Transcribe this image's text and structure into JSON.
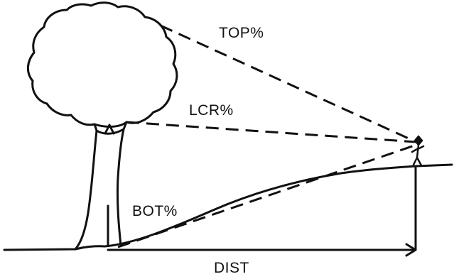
{
  "labels": {
    "top": "TOP%",
    "lcr": "LCR%",
    "bot": "BOT%",
    "dist": "DIST"
  },
  "colors": {
    "ink": "#111111",
    "background": "#ffffff"
  }
}
